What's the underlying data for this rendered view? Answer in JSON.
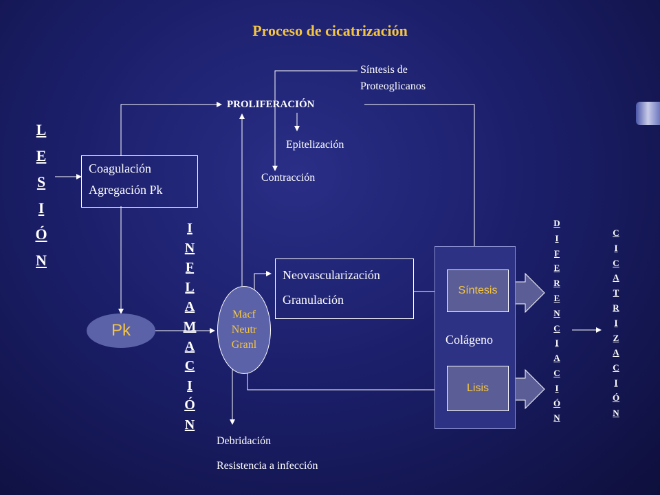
{
  "title": "Proceso de cicatrización",
  "lesion_letters": [
    "L",
    "E",
    "S",
    "I",
    "Ó",
    "N"
  ],
  "inflamacion_letters": [
    "I",
    "N",
    "F",
    "L",
    "A",
    "M",
    "A",
    "C",
    "I",
    "Ó",
    "N"
  ],
  "diferenciacion_letters": [
    "D",
    "I",
    "F",
    "E",
    "R",
    "E",
    "N",
    "C",
    "I",
    "A",
    "C",
    "I",
    "Ó",
    "N"
  ],
  "cicatrizacion_letters": [
    "C",
    "I",
    "C",
    "A",
    "T",
    "R",
    "I",
    "Z",
    "A",
    "C",
    "I",
    "Ó",
    "N"
  ],
  "coagulacion_box": {
    "line1": "Coagulación",
    "line2": "Agregación  Pk"
  },
  "pk_label": "Pk",
  "cells_node": {
    "line1": "Macf",
    "line2": "Neutr",
    "line3": "Granl"
  },
  "proliferacion": "PROLIFERACIÓN",
  "sintesis_proteoglicanos": {
    "line1": "Síntesis de",
    "line2": "Proteoglicanos"
  },
  "epitelizacion": "Epitelización",
  "contraccion": "Contracción",
  "neovascular_box": {
    "line1": "Neovascularización",
    "line2": "Granulación"
  },
  "colageno": {
    "label": "Colágeno",
    "sintesis": "Síntesis",
    "lisis": "Lisis"
  },
  "debridacion": {
    "line1": "Debridación",
    "line2": "Resistencia a infección"
  },
  "colors": {
    "title": "#f5c542",
    "ellipse": "#5b62a8",
    "colageno_panel": "#2e3285",
    "inner_box": "#5b5e96",
    "inner_text": "#f5c542"
  }
}
